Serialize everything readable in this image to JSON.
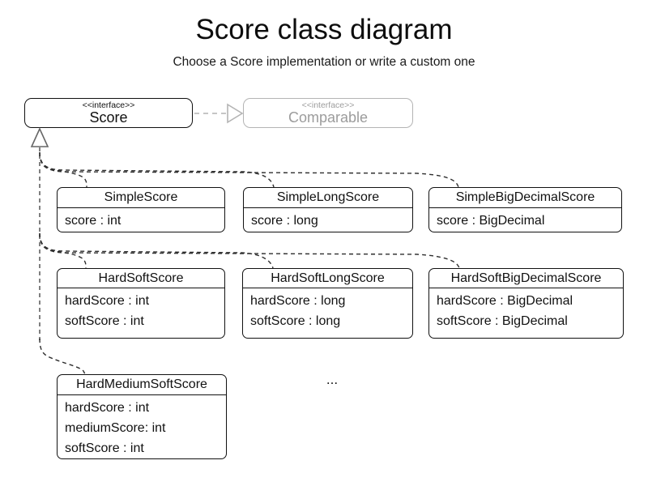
{
  "header": {
    "title": "Score class diagram",
    "subtitle": "Choose a Score implementation or write a custom one"
  },
  "interfaces": {
    "score": {
      "stereotype": "<<interface>>",
      "name": "Score"
    },
    "comparable": {
      "stereotype": "<<interface>>",
      "name": "Comparable"
    }
  },
  "classes": [
    {
      "name": "SimpleScore",
      "attributes": [
        "score : int"
      ]
    },
    {
      "name": "SimpleLongScore",
      "attributes": [
        "score : long"
      ]
    },
    {
      "name": "SimpleBigDecimalScore",
      "attributes": [
        "score : BigDecimal"
      ]
    },
    {
      "name": "HardSoftScore",
      "attributes": [
        "hardScore : int",
        "softScore : int"
      ]
    },
    {
      "name": "HardSoftLongScore",
      "attributes": [
        "hardScore : long",
        "softScore : long"
      ]
    },
    {
      "name": "HardSoftBigDecimalScore",
      "attributes": [
        "hardScore : BigDecimal",
        "softScore : BigDecimal"
      ]
    },
    {
      "name": "HardMediumSoftScore",
      "attributes": [
        "hardScore : int",
        "mediumScore: int",
        "softScore : int"
      ]
    }
  ],
  "ellipsis": "...",
  "colors": {
    "box_border": "#111111",
    "muted_interface": "#9c9c9c",
    "muted_border": "#b4b4b4",
    "realization_line": "#808080",
    "branch_line": "#2e2e2e"
  }
}
